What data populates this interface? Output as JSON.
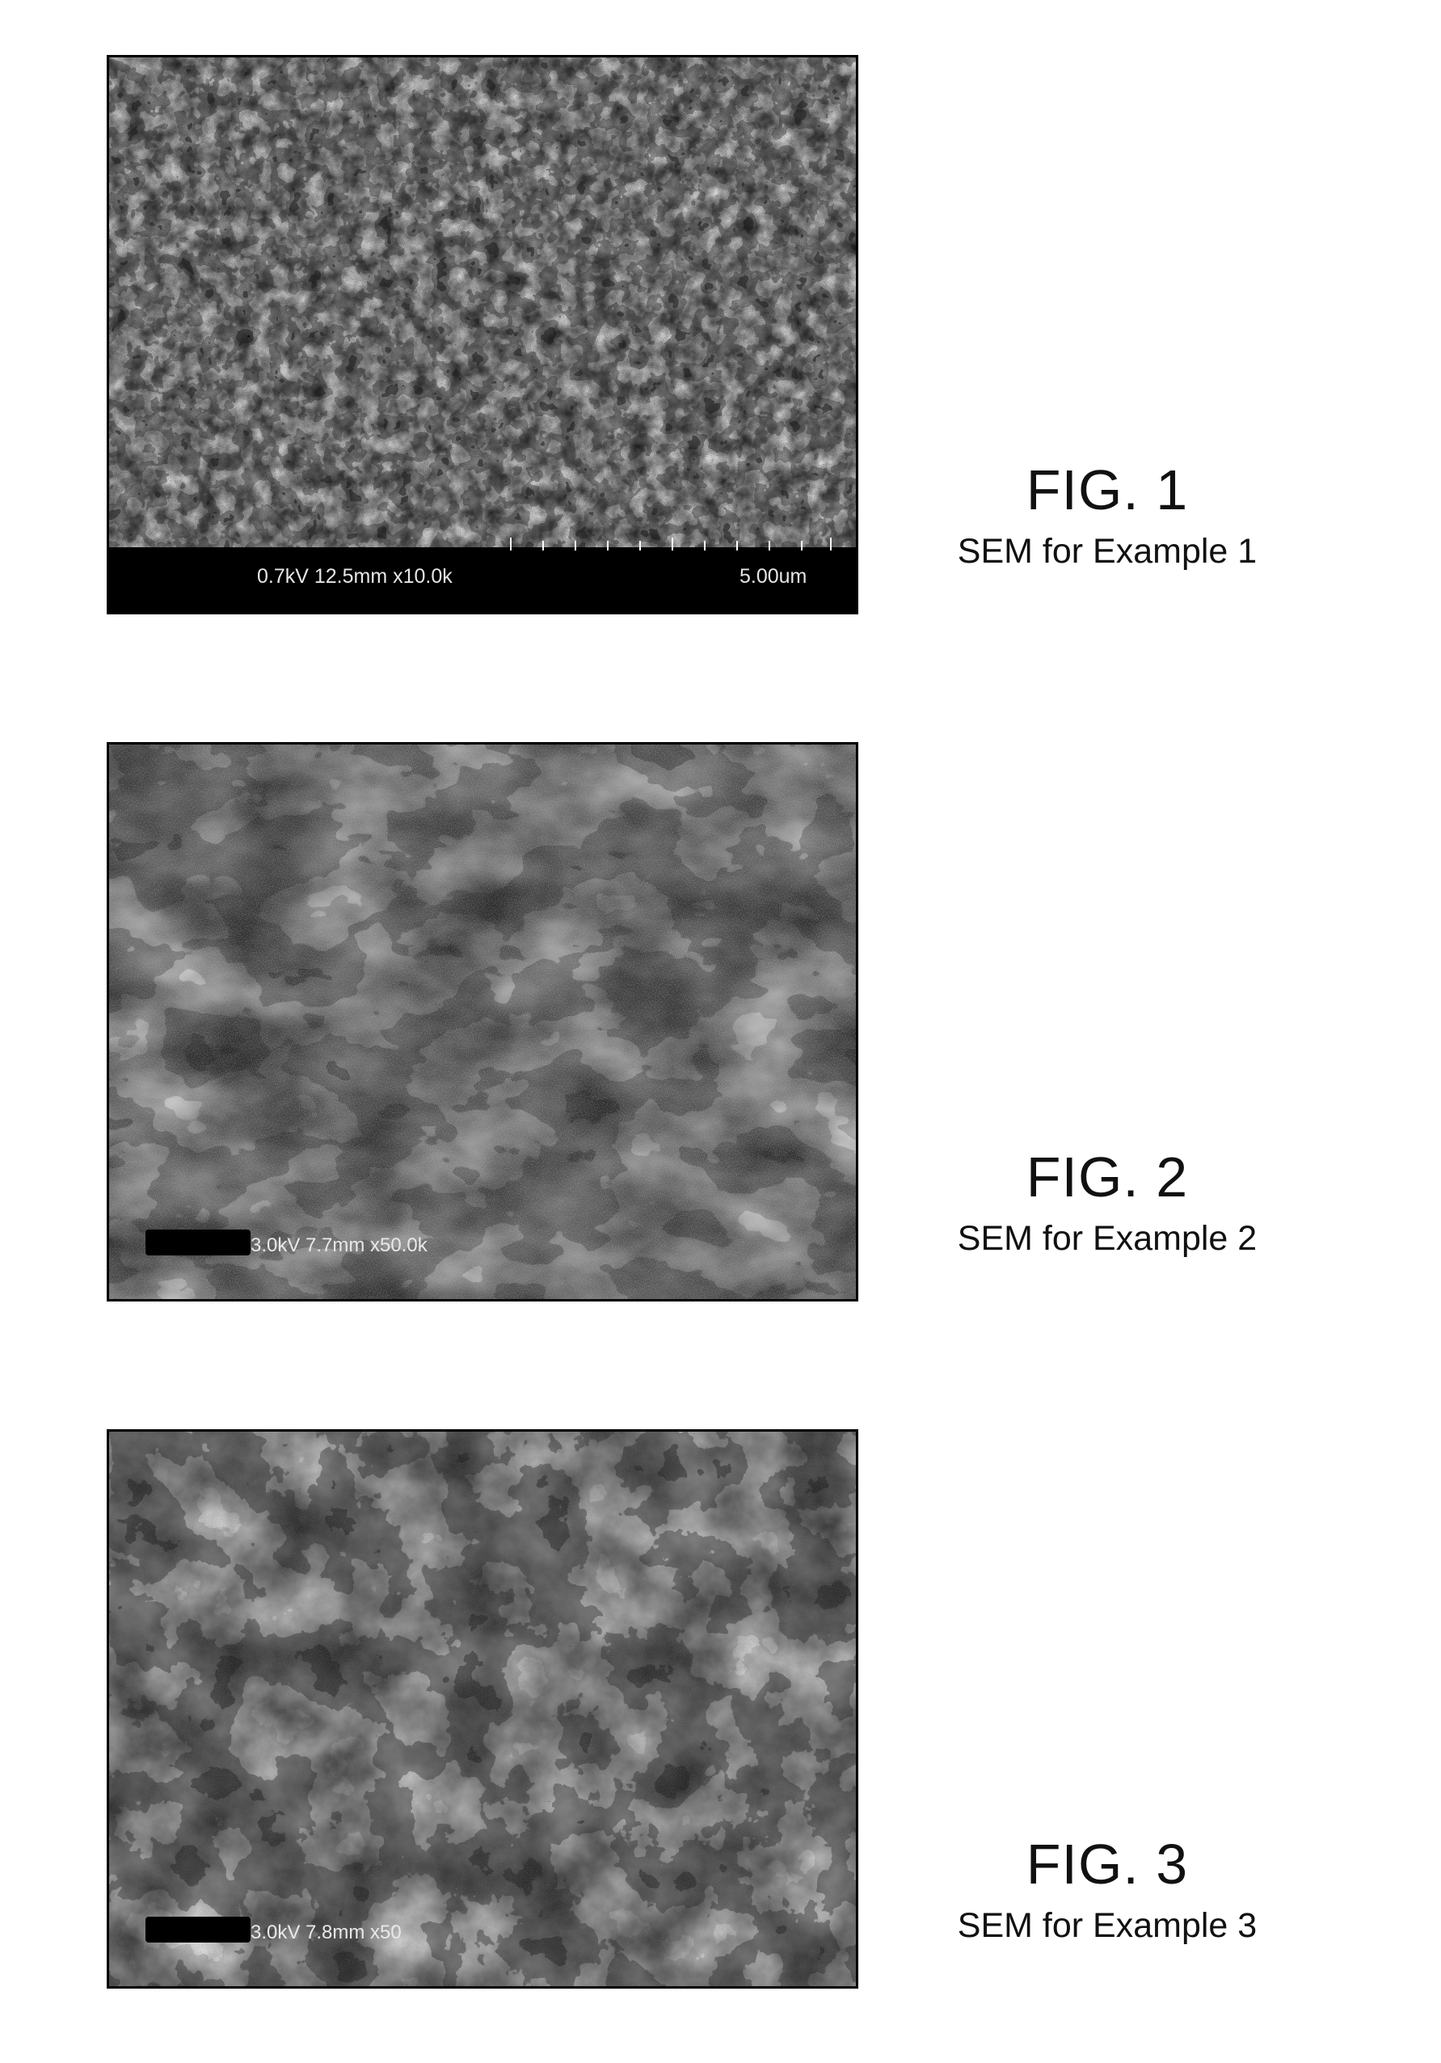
{
  "figures": [
    {
      "label": "FIG. 1",
      "caption": "SEM for Example 1",
      "databar_left": "0.7kV 12.5mm x10.0k",
      "databar_right": "5.00um"
    },
    {
      "label": "FIG. 2",
      "caption": "SEM for Example 2",
      "overlay_text": "3.0kV 7.7mm x50.0k"
    },
    {
      "label": "FIG. 3",
      "caption": "SEM for Example 3",
      "overlay_text": "3.0kV 7.8mm x50"
    }
  ]
}
